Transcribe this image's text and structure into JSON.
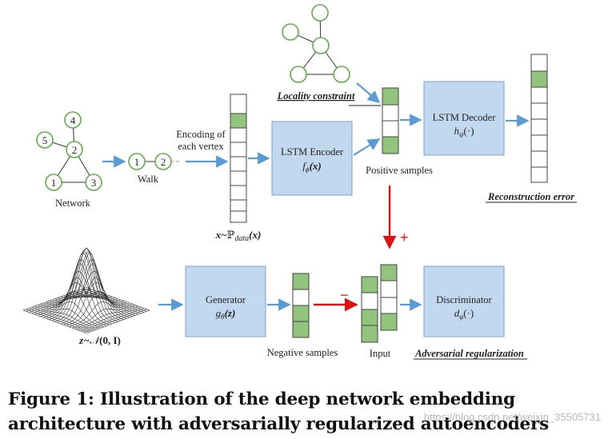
{
  "figure": {
    "network": {
      "label": "Network",
      "nodes": [
        "4",
        "5",
        "2",
        "1",
        "3"
      ]
    },
    "walk": {
      "label": "Walk",
      "nodes": [
        "1",
        "2"
      ]
    },
    "encoding_label": [
      "Encoding of",
      "each vertex"
    ],
    "data_dist": {
      "prefix": "x~",
      "sym": "ℙ",
      "sub": "data",
      "arg": "(x)"
    },
    "lstm_encoder": {
      "title": "LSTM Encoder",
      "fn": "f",
      "sub": "ϕ",
      "arg": "(x)"
    },
    "locality_label": "Locality constraint",
    "positive_samples_label": "Positive samples",
    "lstm_decoder": {
      "title": "LSTM Decoder",
      "fn": "h",
      "sub": "ψ",
      "arg": "(·)"
    },
    "reconstruction_label": "Reconstruction error",
    "plus": "+",
    "minus": "−",
    "noise": {
      "prefix": "z~",
      "dist": "𝒩",
      "arg": "(0, I)"
    },
    "generator": {
      "title": "Generator",
      "fn": "g",
      "sub": "θ",
      "arg": "(z)"
    },
    "negative_samples_label": "Negative samples",
    "input_label": "Input",
    "discriminator": {
      "title": "Discriminator",
      "fn": "d",
      "sub": "φ",
      "arg": "(·)"
    },
    "adversarial_label": "Adversarial regularization"
  },
  "caption": "Figure 1: Illustration of the deep network embedding architecture with adversarially regularized autoencoders",
  "watermark": "https://blog.csdn.net/weixin_35505731",
  "colors": {
    "node_stroke": "#5fae4b",
    "box_fill": "#c1d8ee",
    "box_stroke": "#7aa3cc",
    "arrow_blue": "#5b9bd5",
    "arrow_red": "#e01010",
    "cell_green": "#92c47d"
  }
}
